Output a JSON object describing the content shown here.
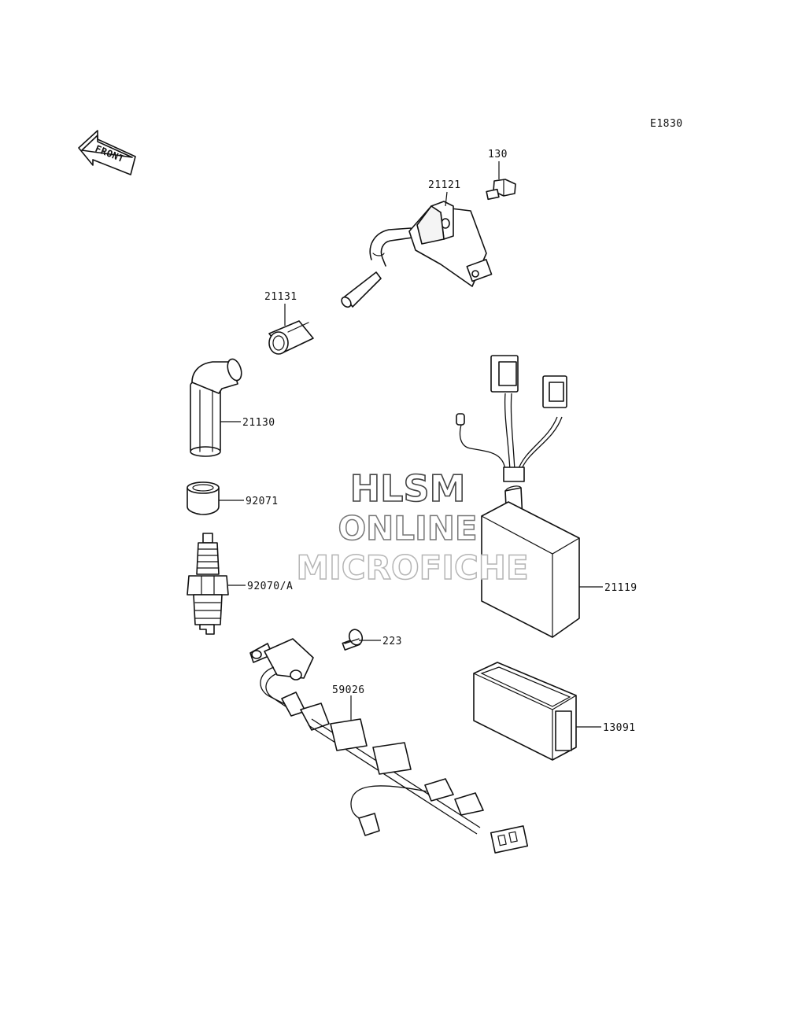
{
  "diagram_code": "E1830",
  "front_label": "FRONT",
  "watermark": {
    "line1": "HLSM",
    "line2": "ONLINE",
    "line3": "MICROFICHE"
  },
  "callouts": {
    "p130": "130",
    "p21121": "21121",
    "p21131": "21131",
    "p21130": "21130",
    "p92071": "92071",
    "p92070": "92070/A",
    "p21119": "21119",
    "p223": "223",
    "p59026": "59026",
    "p13091": "13091"
  }
}
